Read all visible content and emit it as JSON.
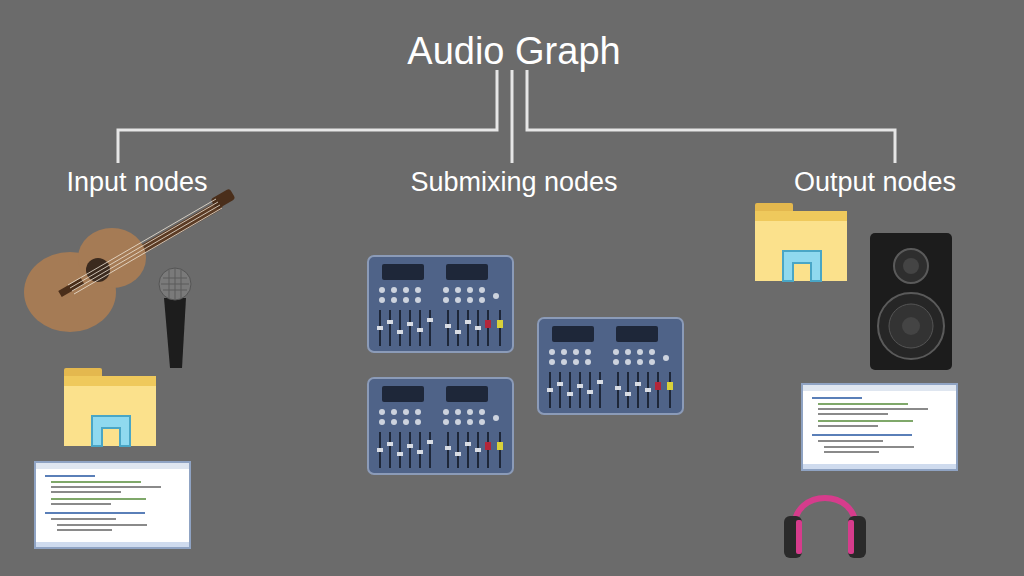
{
  "diagram": {
    "title": "Audio Graph",
    "labels": [
      "Input nodes",
      "Submixing nodes",
      "Output nodes"
    ]
  }
}
